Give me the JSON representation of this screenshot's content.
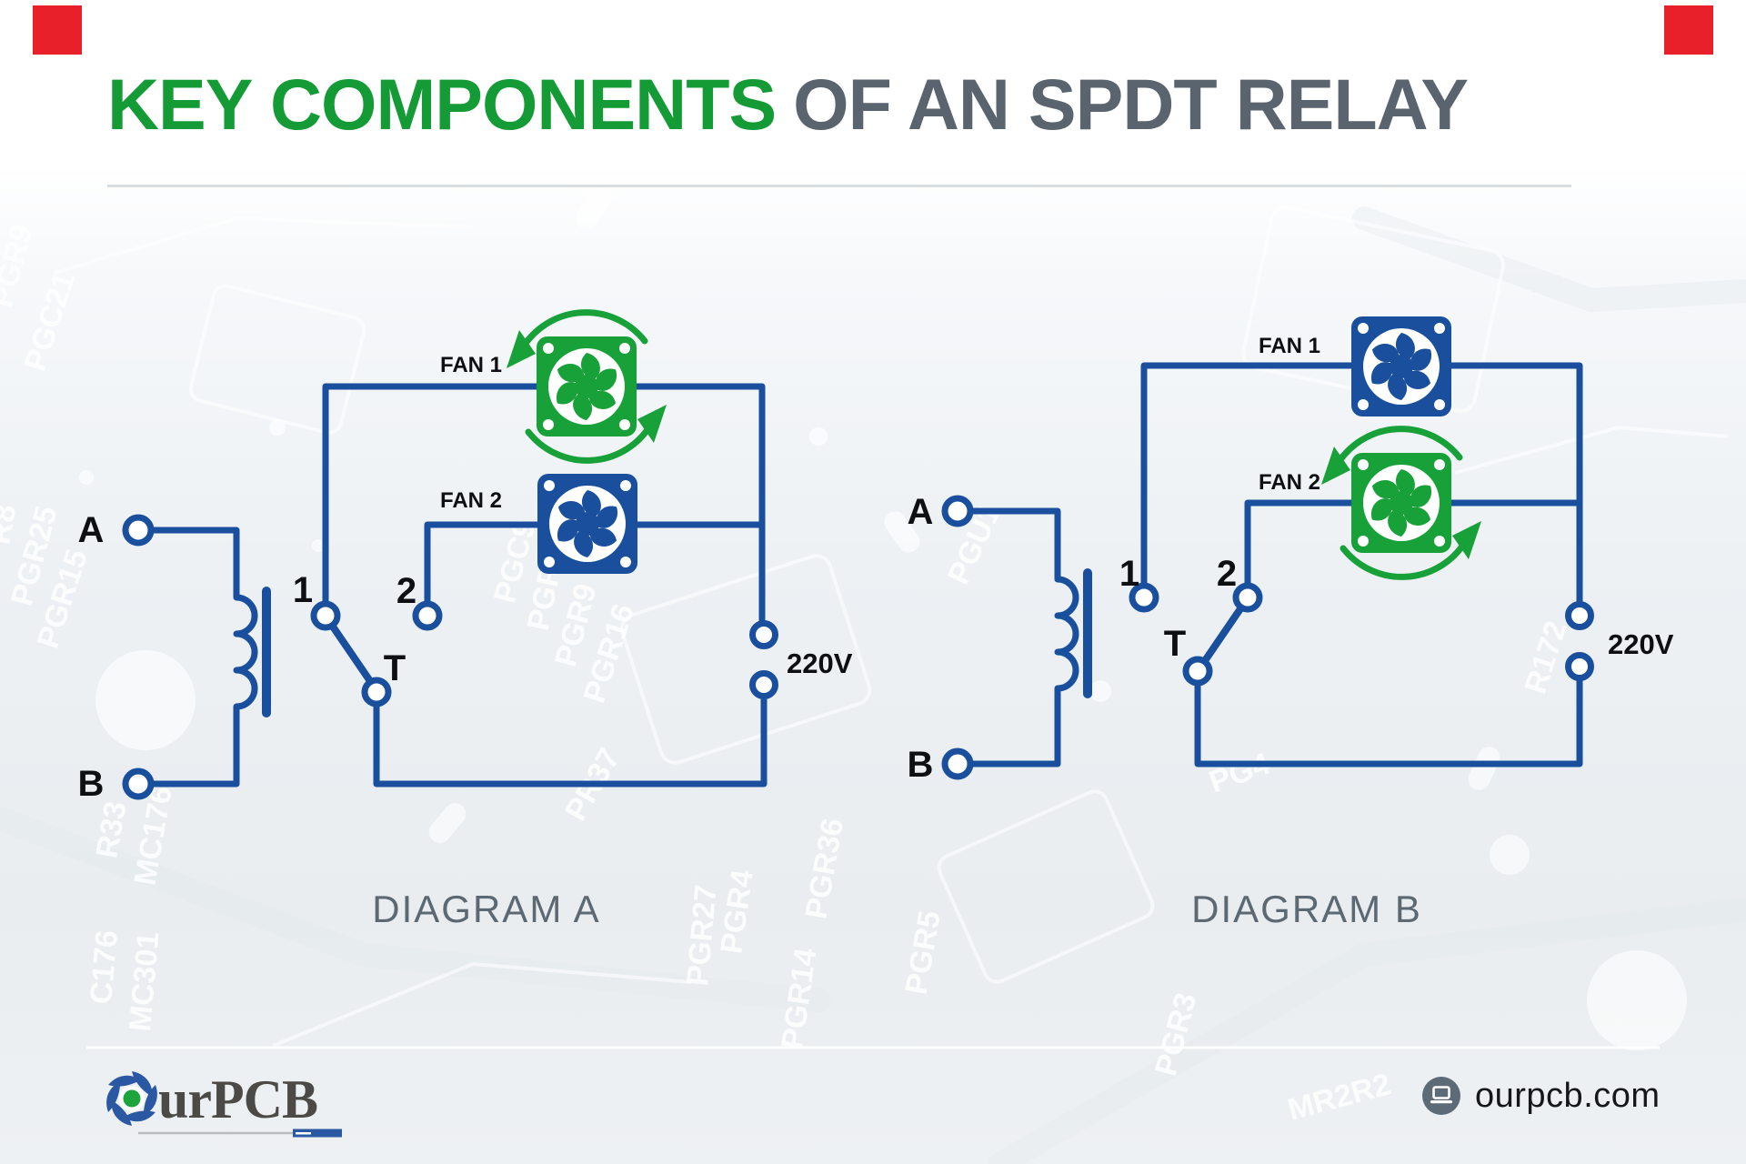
{
  "page": {
    "title_highlight": "KEY COMPONENTS",
    "title_rest": "OF AN SPDT RELAY"
  },
  "diagram_a": {
    "caption": "DIAGRAM A",
    "coil_terminal_top": "A",
    "coil_terminal_bottom": "B",
    "contact_1": "1",
    "contact_2": "2",
    "contact_t": "T",
    "fan1_label": "FAN 1",
    "fan2_label": "FAN 2",
    "supply_label": "220V",
    "fan1_color": "#17a138",
    "fan2_color": "#1a4f9e",
    "spinning_fan": "FAN 1"
  },
  "diagram_b": {
    "caption": "DIAGRAM B",
    "coil_terminal_top": "A",
    "coil_terminal_bottom": "B",
    "contact_1": "1",
    "contact_2": "2",
    "contact_t": "T",
    "fan1_label": "FAN 1",
    "fan2_label": "FAN 2",
    "supply_label": "220V",
    "fan1_color": "#1a4f9e",
    "fan2_color": "#17a138",
    "spinning_fan": "FAN 2"
  },
  "footer": {
    "logo_text": "urPCB",
    "website": "ourpcb.com"
  },
  "background": {
    "trace_labels": [
      "PGR9",
      "PGC21",
      "R8",
      "PGR25",
      "PGR15",
      "R33",
      "MC176",
      "C176",
      "MC301",
      "PGC9",
      "PGR20",
      "PGR9",
      "PGR16",
      "PR37",
      "PGR27",
      "PGR4",
      "PGR36",
      "PGR14",
      "PGR5",
      "PGU1",
      "R172",
      "PG4",
      "MR2R2",
      "PGR3"
    ]
  },
  "colors": {
    "wire_blue": "#1a4f9e",
    "fan_on_green": "#17a138",
    "title_green": "#149b36",
    "title_slate": "#59646f",
    "accent_red": "#e8202a"
  }
}
